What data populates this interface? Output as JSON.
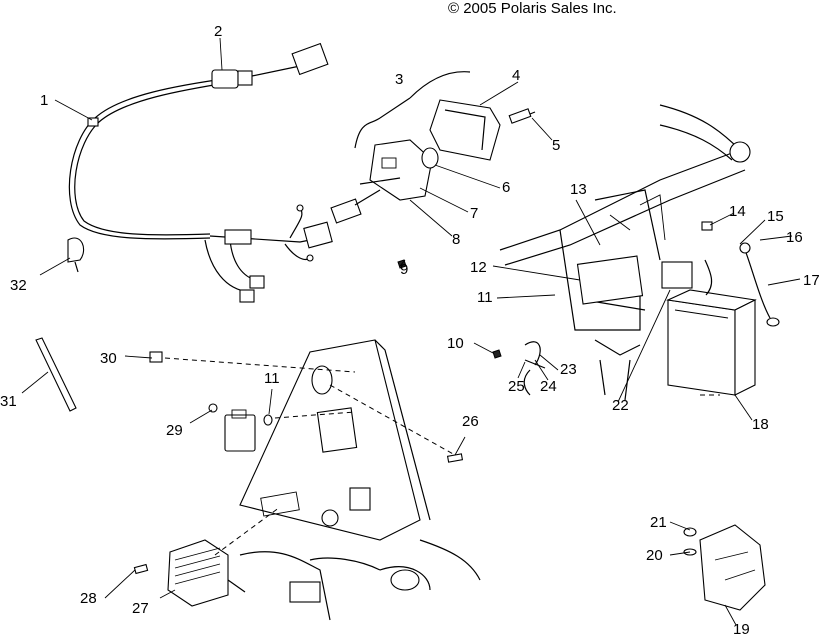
{
  "copyright": "© 2005 Polaris Sales Inc.",
  "callouts": [
    "1",
    "2",
    "3",
    "4",
    "5",
    "6",
    "7",
    "8",
    "9",
    "10",
    "11",
    "11",
    "12",
    "13",
    "14",
    "15",
    "16",
    "17",
    "18",
    "19",
    "20",
    "21",
    "22",
    "23",
    "24",
    "25",
    "26",
    "27",
    "28",
    "29",
    "30",
    "31",
    "32"
  ]
}
